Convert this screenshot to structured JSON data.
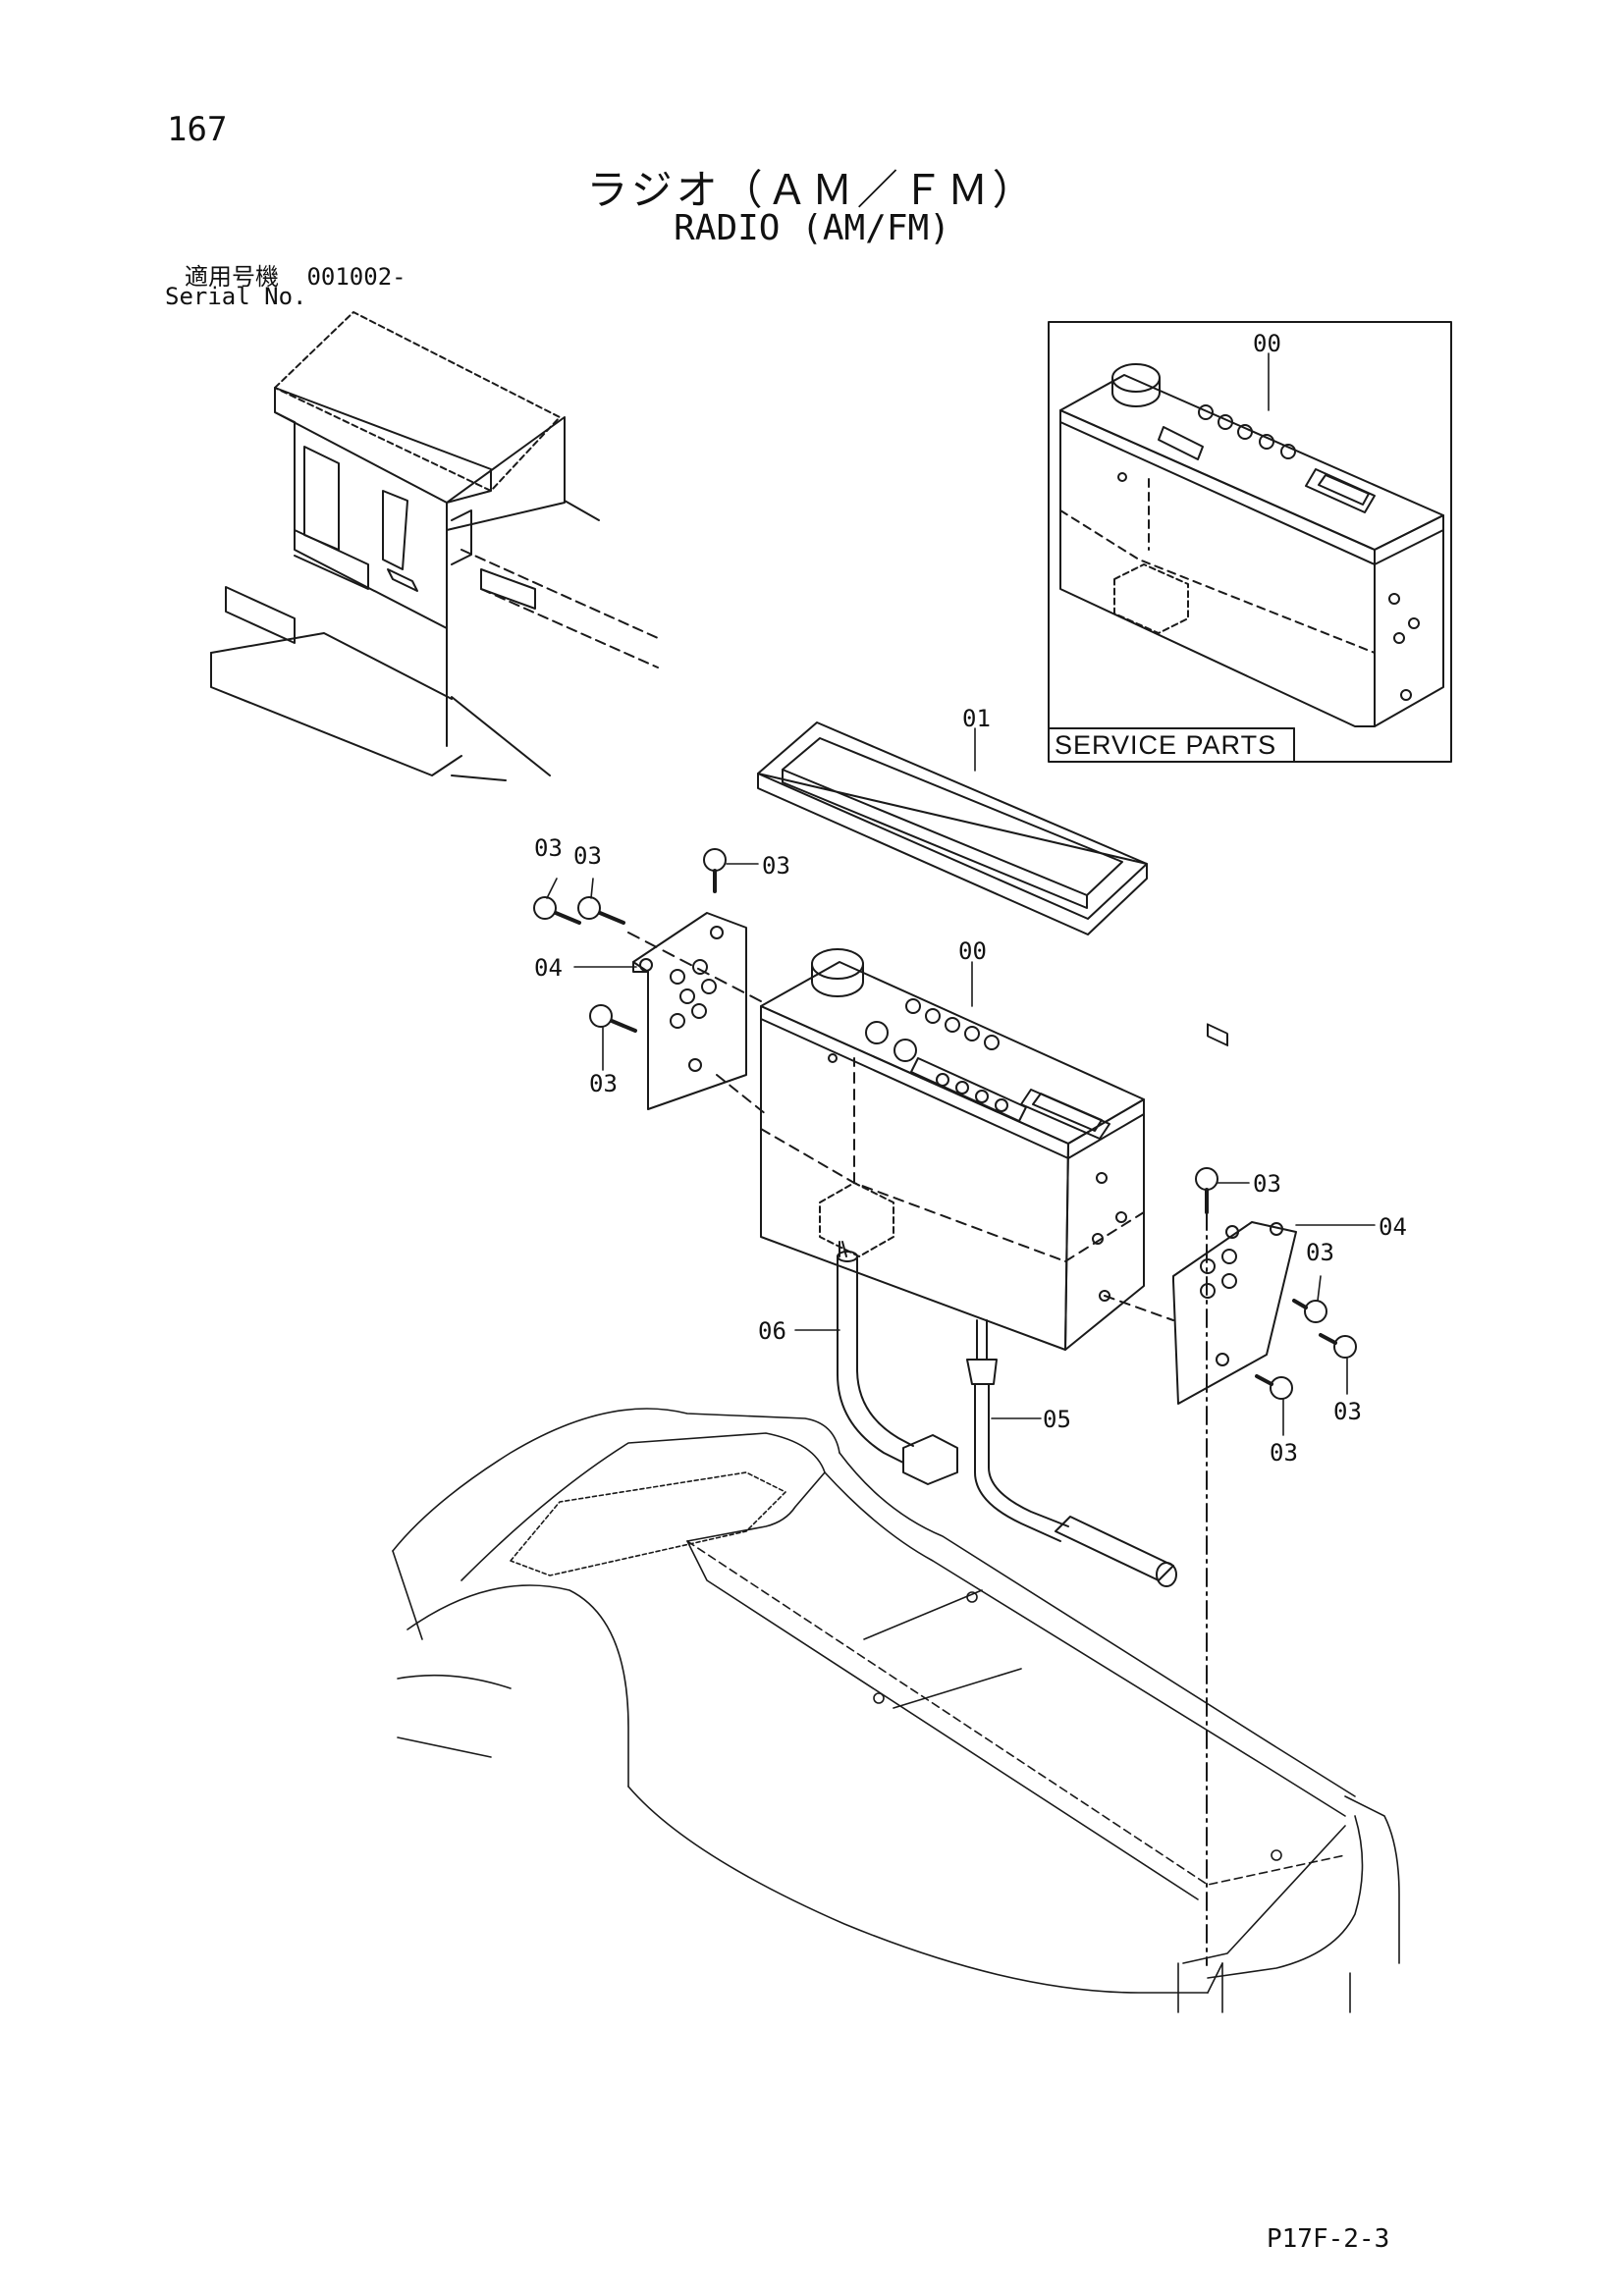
{
  "header": {
    "page_number": "167",
    "title_jp": "ラジオ（ＡＭ／ＦＭ）",
    "title_en": "RADIO (AM/FM)",
    "serial_label_jp": "適用号機",
    "serial_value": "001002-",
    "serial_label_en": "Serial No."
  },
  "service_box": {
    "label": "SERVICE PARTS",
    "part_callout": "00"
  },
  "callouts": {
    "frame": "01",
    "radio": "00",
    "screw": "03",
    "bracket": "04",
    "antenna_cable": "05",
    "harness": "06"
  },
  "footer": {
    "page_code": "P17F-2-3"
  }
}
